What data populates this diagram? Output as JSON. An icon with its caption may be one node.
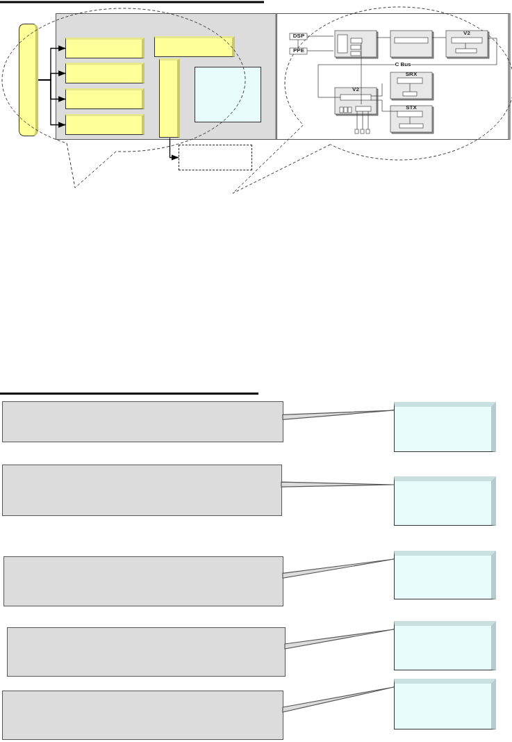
{
  "diagram": {
    "nodes": [
      {
        "text": [],
        "shape": "bar"
      },
      {
        "text": [],
        "shape": "box"
      },
      {
        "text": [],
        "shape": "box",
        "in": 1
      },
      {
        "text": [],
        "shape": "box",
        "in": 1
      },
      {
        "text": [],
        "shape": "box",
        "in": 1
      },
      {
        "text": [],
        "shape": "box",
        "in": 1
      },
      {
        "text": [],
        "shape": "box",
        "in": 1
      },
      {
        "text": [],
        "shape": "bar",
        "in": 1
      },
      {
        "text": [],
        "shape": "box",
        "in": 1
      },
      {
        "text": [],
        "shape": "box"
      },
      {
        "text": [],
        "shape": "box"
      },
      {
        "text": [],
        "shape": "callout"
      },
      {
        "text": [],
        "shape": "box"
      },
      {
        "text": [],
        "shape": "callout"
      },
      {
        "text": [],
        "shape": "box"
      },
      {
        "text": [],
        "shape": "callout"
      },
      {
        "text": [],
        "shape": "box"
      },
      {
        "text": [],
        "shape": "callout"
      },
      {
        "text": [],
        "shape": "box"
      },
      {
        "text": [],
        "shape": "callout"
      },
      {
        "text": [],
        "shape": "box"
      }
    ],
    "edges": [
      {
        "from": 0,
        "to": 2,
        "arrow": "to"
      },
      {
        "from": 0,
        "to": 3,
        "arrow": "to"
      },
      {
        "from": 0,
        "to": 4,
        "arrow": "to"
      },
      {
        "from": 0,
        "to": 5,
        "arrow": "to"
      },
      {
        "from": 7,
        "to": 9,
        "arrow": "to"
      },
      {
        "from": 11,
        "to": 12,
        "arrow": "none"
      },
      {
        "from": 13,
        "to": 14,
        "arrow": "none"
      },
      {
        "from": 15,
        "to": 16,
        "arrow": "none"
      },
      {
        "from": 17,
        "to": 18,
        "arrow": "none"
      },
      {
        "from": 19,
        "to": 20,
        "arrow": "none"
      }
    ],
    "labels": [
      "DSP",
      "PPE",
      "V2",
      "C Bus",
      "V2",
      "SRX",
      "STX"
    ]
  }
}
